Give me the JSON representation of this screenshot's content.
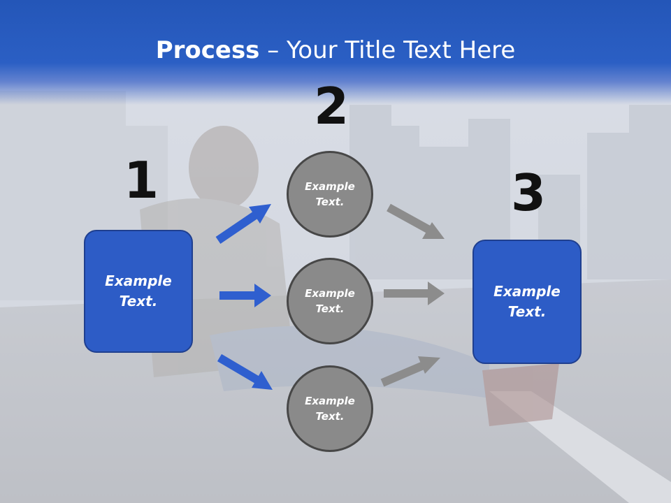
{
  "slide": {
    "title_bold": "Process",
    "title_rest": " – Your Title Text Here"
  },
  "steps": {
    "one": {
      "number": "1",
      "text": "Example\nText."
    },
    "two": {
      "number": "2"
    },
    "three": {
      "number": "3",
      "text": "Example\nText."
    }
  },
  "circles": [
    {
      "text": "Example\nText."
    },
    {
      "text": "Example\nText."
    },
    {
      "text": "Example\nText."
    }
  ],
  "colors": {
    "header_blue": "#2456b8",
    "box_blue": "#2d5cc6",
    "arrow_blue": "#2f5fcf",
    "circle_gray": "#8a8a8a",
    "arrow_gray": "#8c8c8c"
  }
}
